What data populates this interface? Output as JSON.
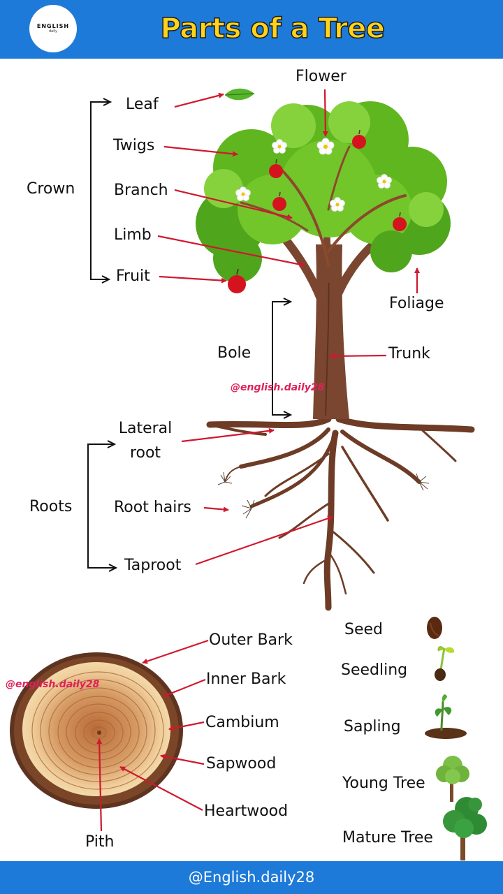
{
  "header": {
    "logo_line1": "ENGLISH",
    "logo_line2": "daily",
    "title": "Parts of a Tree"
  },
  "tree": {
    "crown": "Crown",
    "leaf": "Leaf",
    "twigs": "Twigs",
    "branch": "Branch",
    "limb": "Limb",
    "fruit": "Fruit",
    "flower": "Flower",
    "foliage": "Foliage",
    "bole": "Bole",
    "trunk": "Trunk",
    "roots": "Roots",
    "lateral_root_line1": "Lateral",
    "lateral_root_line2": "root",
    "root_hairs": "Root hairs",
    "taproot": "Taproot",
    "watermark": "@english.daily28"
  },
  "cross_section": {
    "outer_bark": "Outer Bark",
    "inner_bark": "Inner Bark",
    "cambium": "Cambium",
    "sapwood": "Sapwood",
    "heartwood": "Heartwood",
    "pith": "Pith",
    "watermark": "@english.daily28"
  },
  "growth_stages": [
    "Seed",
    "Seedling",
    "Sapling",
    "Young Tree",
    "Mature Tree"
  ],
  "colors": {
    "header_blue": "#1e7ad8",
    "title_yellow": "#ffd21c",
    "pointer_red": "#d0182e",
    "leaf_green": "#6cc425",
    "trunk_brown": "#7a4630",
    "watermark_pink": "#e0205a"
  },
  "footer": {
    "handle": "@English.daily28"
  }
}
